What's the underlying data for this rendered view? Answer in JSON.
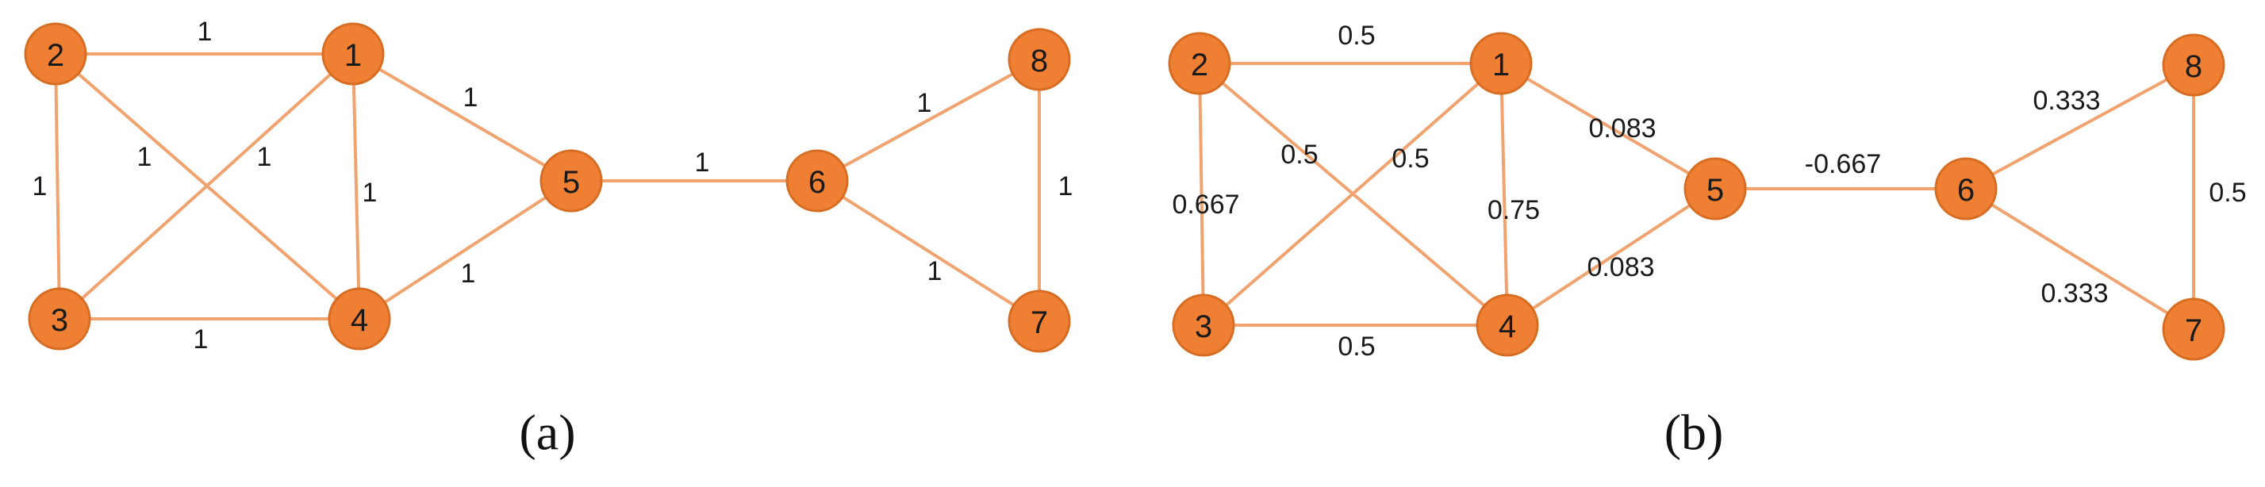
{
  "panels": [
    {
      "caption": "(a)",
      "nodes": [
        "1",
        "2",
        "3",
        "4",
        "5",
        "6",
        "7",
        "8"
      ],
      "edges": [
        {
          "from": "2",
          "to": "1",
          "weight": "1"
        },
        {
          "from": "2",
          "to": "3",
          "weight": "1"
        },
        {
          "from": "2",
          "to": "4",
          "weight": "1"
        },
        {
          "from": "3",
          "to": "1",
          "weight": "1"
        },
        {
          "from": "3",
          "to": "4",
          "weight": "1"
        },
        {
          "from": "1",
          "to": "4",
          "weight": "1"
        },
        {
          "from": "1",
          "to": "5",
          "weight": "1"
        },
        {
          "from": "4",
          "to": "5",
          "weight": "1"
        },
        {
          "from": "5",
          "to": "6",
          "weight": "1"
        },
        {
          "from": "6",
          "to": "8",
          "weight": "1"
        },
        {
          "from": "6",
          "to": "7",
          "weight": "1"
        },
        {
          "from": "8",
          "to": "7",
          "weight": "1"
        }
      ]
    },
    {
      "caption": "(b)",
      "nodes": [
        "1",
        "2",
        "3",
        "4",
        "5",
        "6",
        "7",
        "8"
      ],
      "edges": [
        {
          "from": "2",
          "to": "1",
          "weight": "0.5"
        },
        {
          "from": "2",
          "to": "3",
          "weight": "0.667"
        },
        {
          "from": "2",
          "to": "4",
          "weight": "0.5"
        },
        {
          "from": "3",
          "to": "1",
          "weight": "0.5"
        },
        {
          "from": "3",
          "to": "4",
          "weight": "0.5"
        },
        {
          "from": "1",
          "to": "4",
          "weight": "0.75"
        },
        {
          "from": "1",
          "to": "5",
          "weight": "0.083"
        },
        {
          "from": "4",
          "to": "5",
          "weight": "0.083"
        },
        {
          "from": "5",
          "to": "6",
          "weight": "-0.667"
        },
        {
          "from": "6",
          "to": "8",
          "weight": "0.333"
        },
        {
          "from": "6",
          "to": "7",
          "weight": "0.333"
        },
        {
          "from": "8",
          "to": "7",
          "weight": "0.5"
        }
      ]
    }
  ]
}
